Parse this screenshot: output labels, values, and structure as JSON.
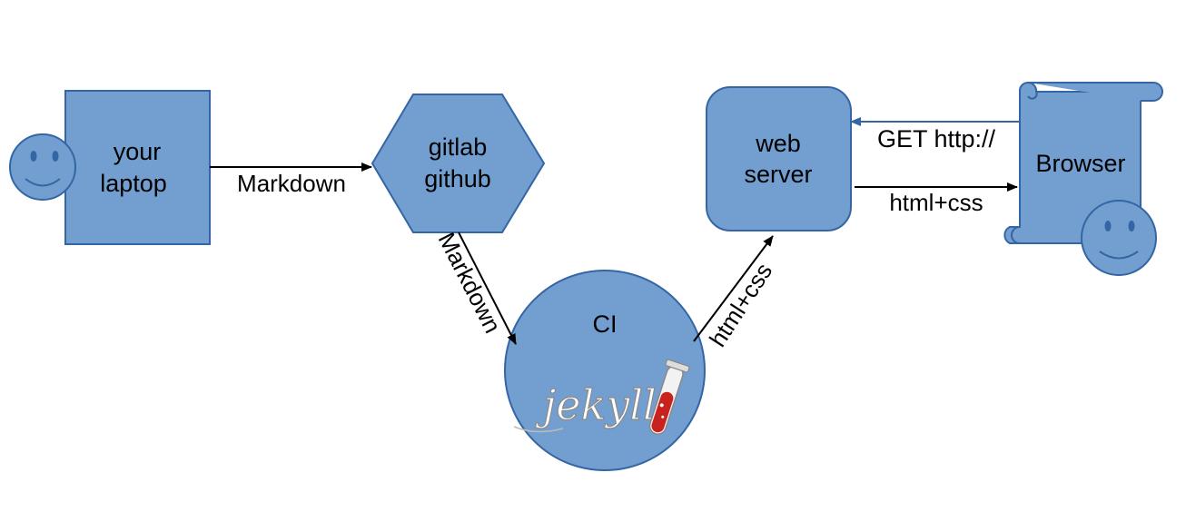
{
  "nodes": {
    "laptop": {
      "line1": "your",
      "line2": "laptop"
    },
    "repo": {
      "line1": "gitlab",
      "line2": "github"
    },
    "ci": {
      "label": "CI",
      "logo": "jekyll"
    },
    "webserver": {
      "line1": "web",
      "line2": "server"
    },
    "browser": {
      "label": "Browser"
    }
  },
  "edges": {
    "laptop_to_repo": "Markdown",
    "repo_to_ci": "Markdown",
    "ci_to_webserver": "html+css",
    "browser_to_webserver": "GET http://",
    "webserver_to_browser": "html+css"
  },
  "colors": {
    "fill": "#729fcf",
    "stroke": "#3465a4",
    "arrow": "#000000",
    "request_arrow": "#3465a4",
    "tube_liquid": "#c9211e"
  },
  "icons": [
    "smiley-icon",
    "test-tube-icon"
  ]
}
